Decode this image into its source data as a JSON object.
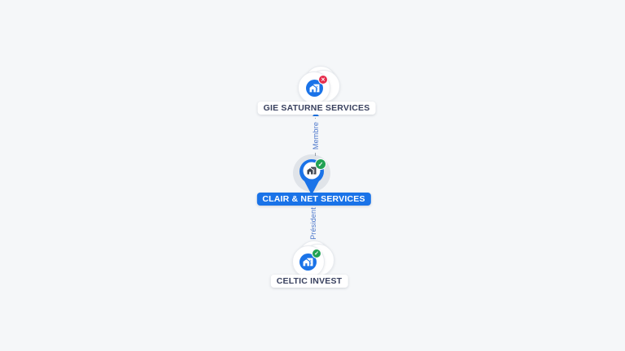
{
  "page": {
    "background": "#f5f7f9"
  },
  "colors": {
    "accent_blue": "#1a73e8",
    "status_red": "#e62e4d",
    "status_green": "#21a254",
    "label_text": "#39415f",
    "edge_line": "#9aa2aa",
    "edge_label_blue": "#4d78cb"
  },
  "graph": {
    "nodes": [
      {
        "id": "gie-saturne-services",
        "label": "GIE SATURNE SERVICES",
        "icon": "home-work-icon",
        "badge": "cross",
        "badge_glyph": "✕",
        "style": "stacked-circle"
      },
      {
        "id": "clair-net-services",
        "label": "CLAIR & NET SERVICES",
        "icon": "home-work-icon",
        "badge": "check",
        "badge_glyph": "✓",
        "style": "map-pin",
        "selected": true
      },
      {
        "id": "celtic-invest",
        "label": "CELTIC INVEST",
        "icon": "home-work-icon",
        "badge": "check",
        "badge_glyph": "✓",
        "style": "stacked-circle"
      }
    ],
    "edges": [
      {
        "from": "clair-net-services",
        "to": "gie-saturne-services",
        "label": "Membre",
        "direction": "up"
      },
      {
        "from": "celtic-invest",
        "to": "clair-net-services",
        "label": "Président",
        "direction": "up"
      }
    ]
  }
}
